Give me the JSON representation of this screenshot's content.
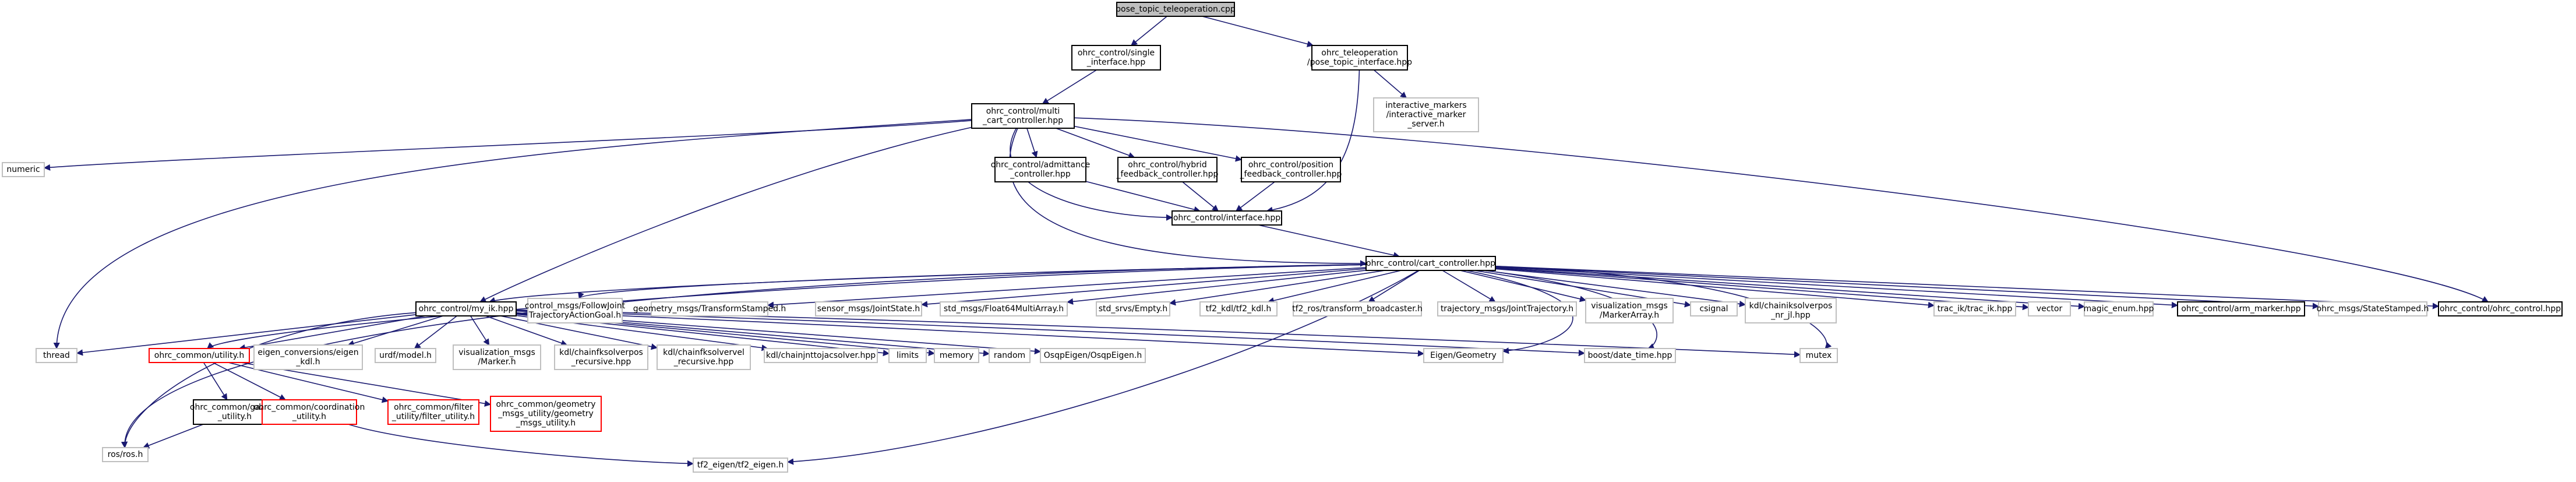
{
  "colors": {
    "edge": "#191970",
    "documented_border": "#000000",
    "system_border": "#bfbfbf",
    "missing_border": "#ff0000",
    "root_fill": "#bfbfbf"
  },
  "nodes": [
    {
      "id": "root",
      "lines": [
        "pose_topic_teleoperation.cpp"
      ],
      "kind": "root"
    },
    {
      "id": "single",
      "lines": [
        "ohrc_control/single",
        "_interface.hpp"
      ],
      "kind": "doc"
    },
    {
      "id": "posetopic",
      "lines": [
        "ohrc_teleoperation",
        "/pose_topic_interface.hpp"
      ],
      "kind": "doc"
    },
    {
      "id": "intmarker",
      "lines": [
        "interactive_markers",
        "/interactive_marker",
        "_server.h"
      ],
      "kind": "sys"
    },
    {
      "id": "multi",
      "lines": [
        "ohrc_control/multi",
        "_cart_controller.hpp"
      ],
      "kind": "doc"
    },
    {
      "id": "numeric",
      "lines": [
        "numeric"
      ],
      "kind": "sys"
    },
    {
      "id": "admit",
      "lines": [
        "ohrc_control/admittance",
        "_controller.hpp"
      ],
      "kind": "doc"
    },
    {
      "id": "hybrid",
      "lines": [
        "ohrc_control/hybrid",
        "_feedback_controller.hpp"
      ],
      "kind": "doc"
    },
    {
      "id": "position",
      "lines": [
        "ohrc_control/position",
        "_feedback_controller.hpp"
      ],
      "kind": "doc"
    },
    {
      "id": "iface",
      "lines": [
        "ohrc_control/interface.hpp"
      ],
      "kind": "doc"
    },
    {
      "id": "cart",
      "lines": [
        "ohrc_control/cart_controller.hpp"
      ],
      "kind": "doc"
    },
    {
      "id": "myik",
      "lines": [
        "ohrc_control/my_ik.hpp"
      ],
      "kind": "doc"
    },
    {
      "id": "follow",
      "lines": [
        "control_msgs/FollowJoint",
        "TrajectoryActionGoal.h"
      ],
      "kind": "sys"
    },
    {
      "id": "geomts",
      "lines": [
        "geometry_msgs/TransformStamped.h"
      ],
      "kind": "sys"
    },
    {
      "id": "jointstate",
      "lines": [
        "sensor_msgs/JointState.h"
      ],
      "kind": "sys"
    },
    {
      "id": "float64",
      "lines": [
        "std_msgs/Float64MultiArray.h"
      ],
      "kind": "sys"
    },
    {
      "id": "empty",
      "lines": [
        "std_srvs/Empty.h"
      ],
      "kind": "sys"
    },
    {
      "id": "tfkdl",
      "lines": [
        "tf2_kdl/tf2_kdl.h"
      ],
      "kind": "sys"
    },
    {
      "id": "tfbroad",
      "lines": [
        "tf2_ros/transform_broadcaster.h"
      ],
      "kind": "sys"
    },
    {
      "id": "jtraj",
      "lines": [
        "trajectory_msgs/JointTrajectory.h"
      ],
      "kind": "sys"
    },
    {
      "id": "vismarkarr",
      "lines": [
        "visualization_msgs",
        "/MarkerArray.h"
      ],
      "kind": "sys"
    },
    {
      "id": "csignal",
      "lines": [
        "csignal"
      ],
      "kind": "sys"
    },
    {
      "id": "nrjl",
      "lines": [
        "kdl/chainiksolverpos",
        "_nr_jl.hpp"
      ],
      "kind": "sys"
    },
    {
      "id": "tracik",
      "lines": [
        "trac_ik/trac_ik.hpp"
      ],
      "kind": "sys"
    },
    {
      "id": "vector",
      "lines": [
        "vector"
      ],
      "kind": "sys"
    },
    {
      "id": "magic",
      "lines": [
        "magic_enum.hpp"
      ],
      "kind": "sys"
    },
    {
      "id": "armmarker",
      "lines": [
        "ohrc_control/arm_marker.hpp"
      ],
      "kind": "doc"
    },
    {
      "id": "statest",
      "lines": [
        "ohrc_msgs/StateStamped.h"
      ],
      "kind": "sys"
    },
    {
      "id": "ohrcctl",
      "lines": [
        "ohrc_control/ohrc_control.hpp"
      ],
      "kind": "doc"
    },
    {
      "id": "thread",
      "lines": [
        "thread"
      ],
      "kind": "sys"
    },
    {
      "id": "utility",
      "lines": [
        "ohrc_common/utility.h"
      ],
      "kind": "miss"
    },
    {
      "id": "eigenconv",
      "lines": [
        "eigen_conversions/eigen",
        "_kdl.h"
      ],
      "kind": "sys"
    },
    {
      "id": "urdf",
      "lines": [
        "urdf/model.h"
      ],
      "kind": "sys"
    },
    {
      "id": "vismarker",
      "lines": [
        "visualization_msgs",
        "/Marker.h"
      ],
      "kind": "sys"
    },
    {
      "id": "fksolverpos",
      "lines": [
        "kdl/chainfksolverpos",
        "_recursive.hpp"
      ],
      "kind": "sys"
    },
    {
      "id": "fksolvervel",
      "lines": [
        "kdl/chainfksolvervel",
        "_recursive.hpp"
      ],
      "kind": "sys"
    },
    {
      "id": "jnttojac",
      "lines": [
        "kdl/chainjnttojacsolver.hpp"
      ],
      "kind": "sys"
    },
    {
      "id": "limits",
      "lines": [
        "limits"
      ],
      "kind": "sys"
    },
    {
      "id": "memory",
      "lines": [
        "memory"
      ],
      "kind": "sys"
    },
    {
      "id": "random",
      "lines": [
        "random"
      ],
      "kind": "sys"
    },
    {
      "id": "osqp",
      "lines": [
        "OsqpEigen/OsqpEigen.h"
      ],
      "kind": "sys"
    },
    {
      "id": "eigengeom",
      "lines": [
        "Eigen/Geometry"
      ],
      "kind": "sys"
    },
    {
      "id": "boostdt",
      "lines": [
        "boost/date_time.hpp"
      ],
      "kind": "sys"
    },
    {
      "id": "mutex",
      "lines": [
        "mutex"
      ],
      "kind": "sys"
    },
    {
      "id": "gazebo",
      "lines": [
        "ohrc_common/gazebo",
        "_utility.h"
      ],
      "kind": "doc"
    },
    {
      "id": "coord",
      "lines": [
        "ohrc_common/coordination",
        "_utility.h"
      ],
      "kind": "miss"
    },
    {
      "id": "filter",
      "lines": [
        "ohrc_common/filter",
        "_utility/filter_utility.h"
      ],
      "kind": "miss"
    },
    {
      "id": "geomutil",
      "lines": [
        "ohrc_common/geometry",
        "_msgs_utility/geometry",
        "_msgs_utility.h"
      ],
      "kind": "miss"
    },
    {
      "id": "ros",
      "lines": [
        "ros/ros.h"
      ],
      "kind": "sys"
    },
    {
      "id": "tfeigen",
      "lines": [
        "tf2_eigen/tf2_eigen.h"
      ],
      "kind": "sys"
    }
  ]
}
